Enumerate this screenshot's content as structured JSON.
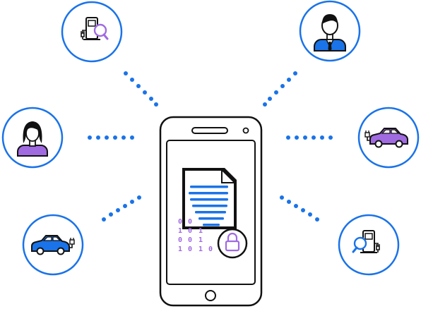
{
  "palette": {
    "accent_blue": "#1a73e8",
    "accent_purple": "#a06be0",
    "outline": "#111111"
  },
  "icons": {
    "center": "smartphone-icon",
    "document": "encrypted-document-icon",
    "lock": "lock-icon",
    "nodes": [
      "charging-station-search-icon",
      "businessman-icon",
      "woman-user-icon",
      "electric-car-purple-icon",
      "electric-car-blue-icon",
      "charging-station-search-icon"
    ]
  },
  "binary_digits": [
    "0",
    "0",
    "1",
    "0",
    "1",
    "0",
    "0",
    "1",
    "1",
    "0",
    "1",
    "0"
  ]
}
